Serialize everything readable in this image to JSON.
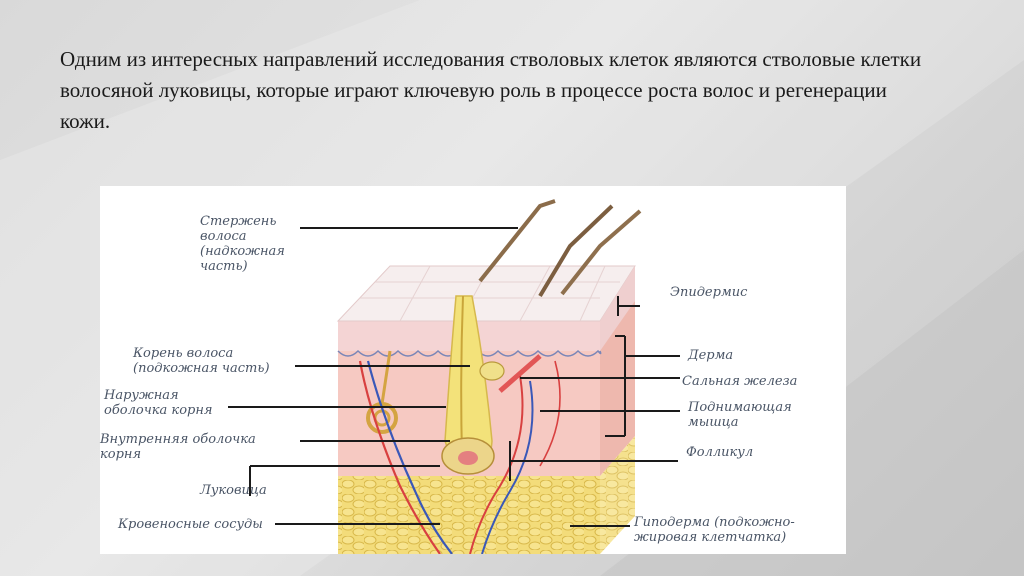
{
  "intro_text": "Одним из интересных направлений исследования стволовых клеток являются стволовые клетки волосяной луковицы, которые играют ключевую роль в процессе роста волос и регенерации кожи.",
  "diagram": {
    "labels": {
      "hair_shaft": "Стержень\nволоса\n(надкожная\nчасть)",
      "hair_root": "Корень волоса\n(подкожная часть)",
      "outer_sheath": "Наружная\nоболочка корня",
      "inner_sheath": "Внутренняя  оболочка\nкорня",
      "bulb": "Луковица",
      "blood_vessels": "Кровеносные сосуды",
      "epidermis": "Эпидермис",
      "dermis": "Дерма",
      "sebaceous_gland": "Сальная железа",
      "arrector_muscle": "Поднимающая\nмышца",
      "follicle": "Фолликул",
      "hypodermis": "Гиподерма (подкожно-\nжировая клетчатка)"
    }
  }
}
